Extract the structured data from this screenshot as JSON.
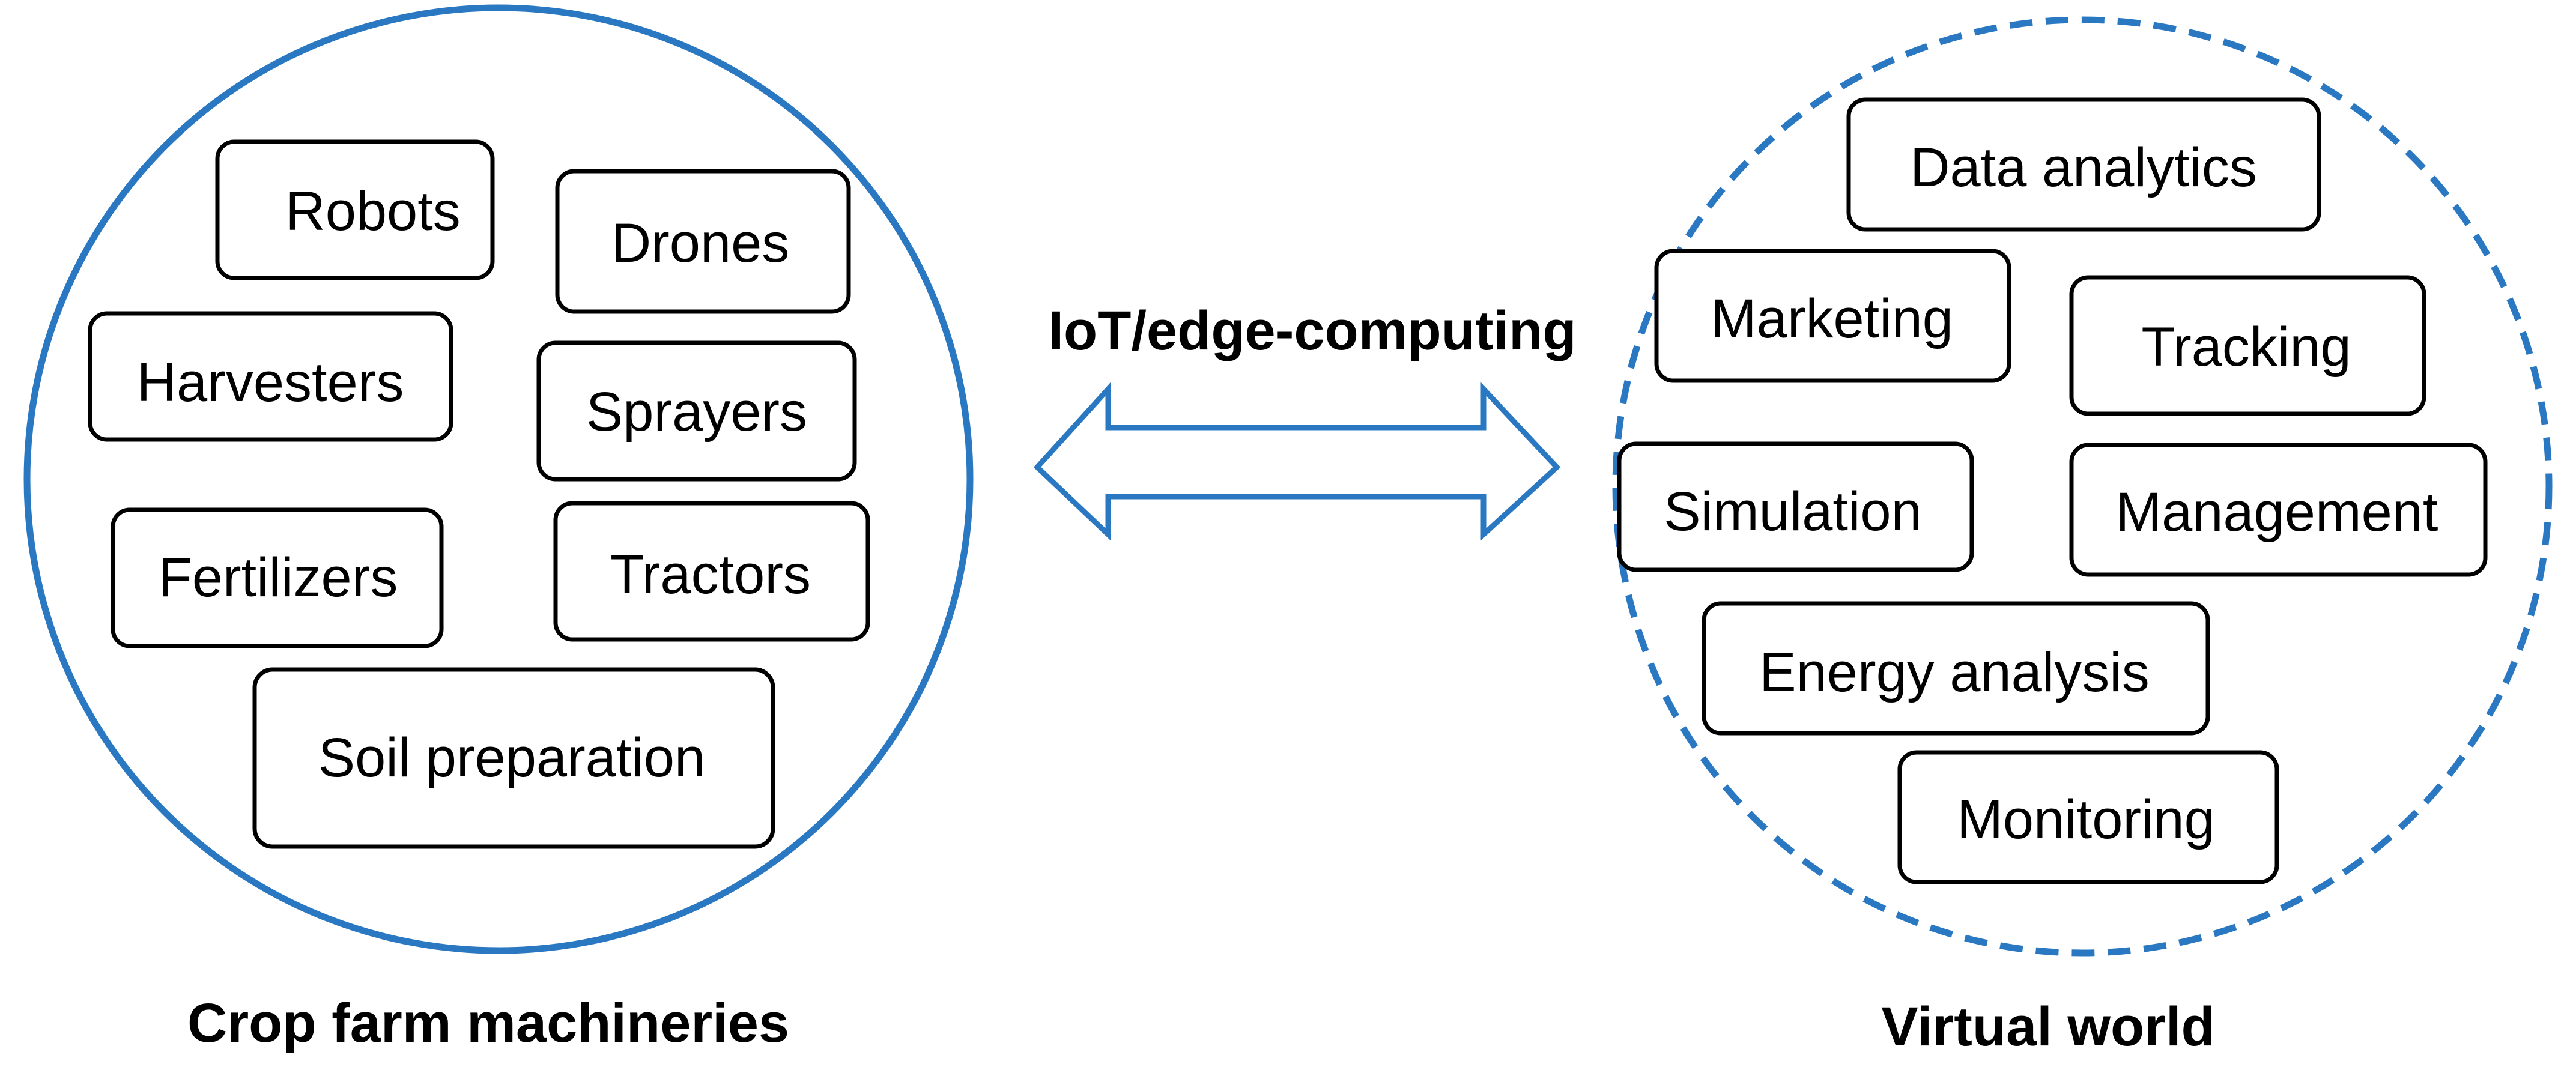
{
  "colors": {
    "accent": "#2a78c2",
    "box_stroke": "#000000",
    "background": "#ffffff"
  },
  "left_group": {
    "caption": "Crop farm machineries",
    "items": [
      "Robots",
      "Drones",
      "Harvesters",
      "Sprayers",
      "Fertilizers",
      "Tractors",
      "Soil preparation"
    ]
  },
  "connector": {
    "label": "IoT/edge-computing"
  },
  "right_group": {
    "caption": "Virtual world",
    "items": [
      "Data analytics",
      "Marketing",
      "Tracking",
      "Simulation",
      "Management",
      "Energy analysis",
      "Monitoring"
    ]
  }
}
